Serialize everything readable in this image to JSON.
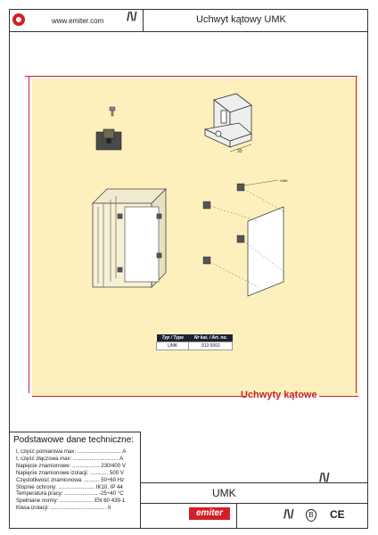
{
  "header": {
    "url": "www.emiter.com",
    "title": "Uchwyt kątowy UMK"
  },
  "drawing": {
    "caption": "Uchwyty kątowe",
    "dim_label": "33",
    "callout_label": "UMK"
  },
  "type_table": {
    "headers": [
      "Typ / Type",
      "Nr kat. / Art. no."
    ],
    "rows": [
      [
        "UMK",
        "913 6002"
      ]
    ]
  },
  "specs": {
    "title": "Podstawowe dane techniczne:",
    "rows": [
      {
        "label": "I, część pomiarowa max: .............................",
        "value": "A"
      },
      {
        "label": "I, część złączowa max: ..............................",
        "value": "A"
      },
      {
        "label": "Napięcie znamionowe: ..................",
        "value": "230/400 V"
      },
      {
        "label": "Napięcie znamionowe izolacji: ............",
        "value": "500 V"
      },
      {
        "label": "Częstotliwość znamionowa: ..........",
        "value": "50÷60 Hz"
      },
      {
        "label": "Stopnie ochrony: ........................",
        "value": "IK10, IP 44"
      },
      {
        "label": "Temperatura pracy: ......................",
        "value": "-25÷40 °C"
      },
      {
        "label": "Spełniane normy: ......................",
        "value": "EN 60 439-1"
      },
      {
        "label": "Klasa izolacji: .....................................",
        "value": "II"
      }
    ]
  },
  "footer": {
    "product": "UMK",
    "brand": "emiter",
    "cert1": "B",
    "cert2": "CE"
  }
}
